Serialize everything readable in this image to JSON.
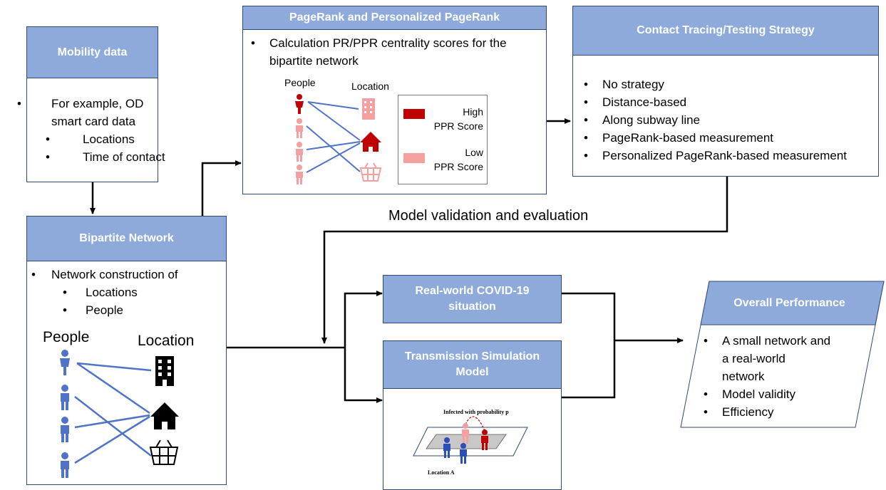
{
  "mobility": {
    "title": "Mobility data",
    "item1a": "For example, OD",
    "item1b": "smart card data",
    "sub1": "Locations",
    "sub2": "Time of contact"
  },
  "bipartite": {
    "title": "Bipartite Network",
    "item1": "Network construction of",
    "sub1": "Locations",
    "sub2": "People",
    "people_label": "People",
    "location_label": "Location"
  },
  "pagerank": {
    "title": "PageRank and Personalized PageRank",
    "item1a": "Calculation PR/PPR centrality scores for the",
    "item1b": "bipartite network",
    "people_label": "People",
    "location_label": "Location",
    "legend_high_1": "High",
    "legend_high_2": "PPR Score",
    "legend_low_1": "Low",
    "legend_low_2": "PPR Score",
    "colors": {
      "high": "#c00000",
      "low": "#f4a0a0"
    }
  },
  "contact": {
    "title": "Contact Tracing/Testing Strategy",
    "items": [
      "No strategy",
      "Distance-based",
      "Along subway line",
      "PageRank-based measurement",
      "Personalized PageRank-based measurement"
    ]
  },
  "validation_label": "Model validation and evaluation",
  "realworld": {
    "title_1": "Real-world COVID-19",
    "title_2": "situation"
  },
  "transmission": {
    "title_1": "Transmission Simulation",
    "title_2": "Model",
    "infected_label": "Infected with probability p",
    "location_label": "Location A"
  },
  "overall": {
    "title": "Overall Performance",
    "item1a": "A small network and",
    "item1b": "a real-world",
    "item1c": "network",
    "item2": "Model validity",
    "item3": "Efficiency"
  },
  "style": {
    "header_color": "#8eaadb",
    "edge_color": "#4f73c6",
    "person_color": "#4f73c6"
  }
}
